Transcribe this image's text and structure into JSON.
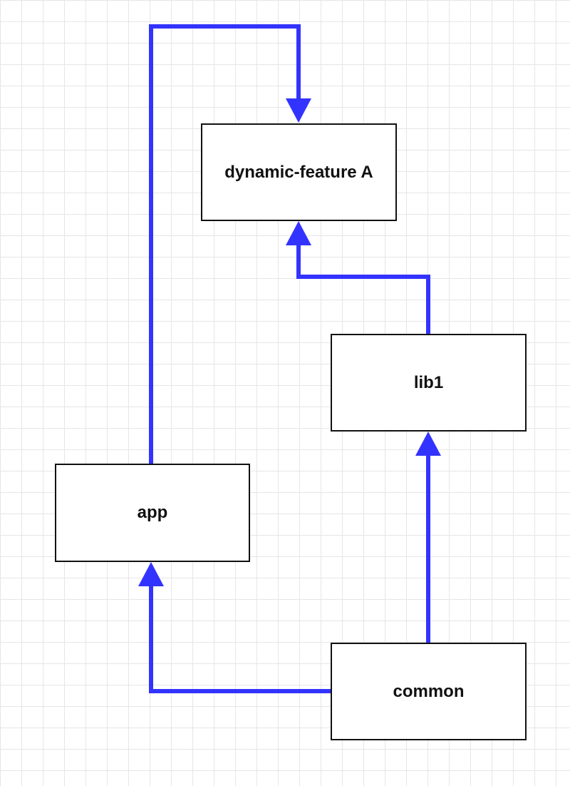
{
  "diagram": {
    "nodes": {
      "dynamic_feature": {
        "label": "dynamic-feature A"
      },
      "lib1": {
        "label": "lib1"
      },
      "app": {
        "label": "app"
      },
      "common": {
        "label": "common"
      }
    },
    "edges": [
      {
        "from": "app",
        "to": "dynamic-feature A"
      },
      {
        "from": "lib1",
        "to": "dynamic-feature A"
      },
      {
        "from": "common",
        "to": "lib1"
      },
      {
        "from": "common",
        "to": "app"
      }
    ],
    "colors": {
      "edge": "#3333ff",
      "node_border": "#111111",
      "grid": "#e6e6e6",
      "background": "#ffffff"
    }
  }
}
